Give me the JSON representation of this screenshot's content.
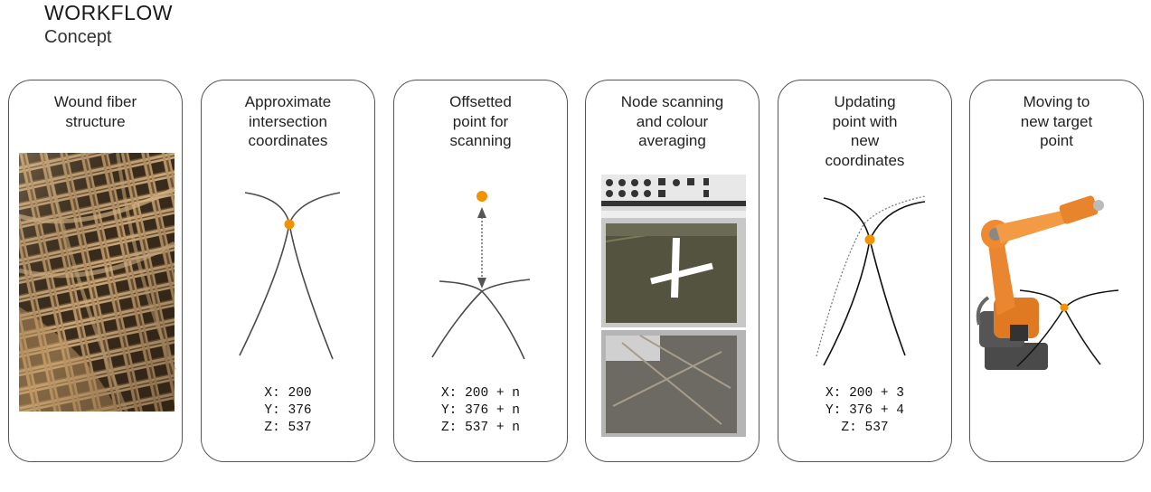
{
  "header": {
    "title": "WORKFLOW",
    "subtitle": "Concept"
  },
  "accent_color": "#f39200",
  "cards": [
    {
      "title": "Wound fiber\nstructure",
      "image": "wound-fiber-photo"
    },
    {
      "title": "Approximate\nintersection\ncoordinates",
      "coords": [
        "X: 200",
        "Y: 376",
        "Z: 537"
      ]
    },
    {
      "title": "Offsetted\npoint for\nscanning",
      "coords": [
        "X: 200 + n",
        "Y: 376 + n",
        "Z: 537 + n"
      ]
    },
    {
      "title": "Node scanning\nand colour\naveraging",
      "image": "scanner-software-screenshot"
    },
    {
      "title": "Updating\npoint with\nnew\ncoordinates",
      "coords": [
        "X: 200 + 3",
        "Y: 376 + 4",
        "Z: 537"
      ]
    },
    {
      "title": "Moving to\nnew target\npoint",
      "image": "industrial-robot-arm"
    }
  ]
}
